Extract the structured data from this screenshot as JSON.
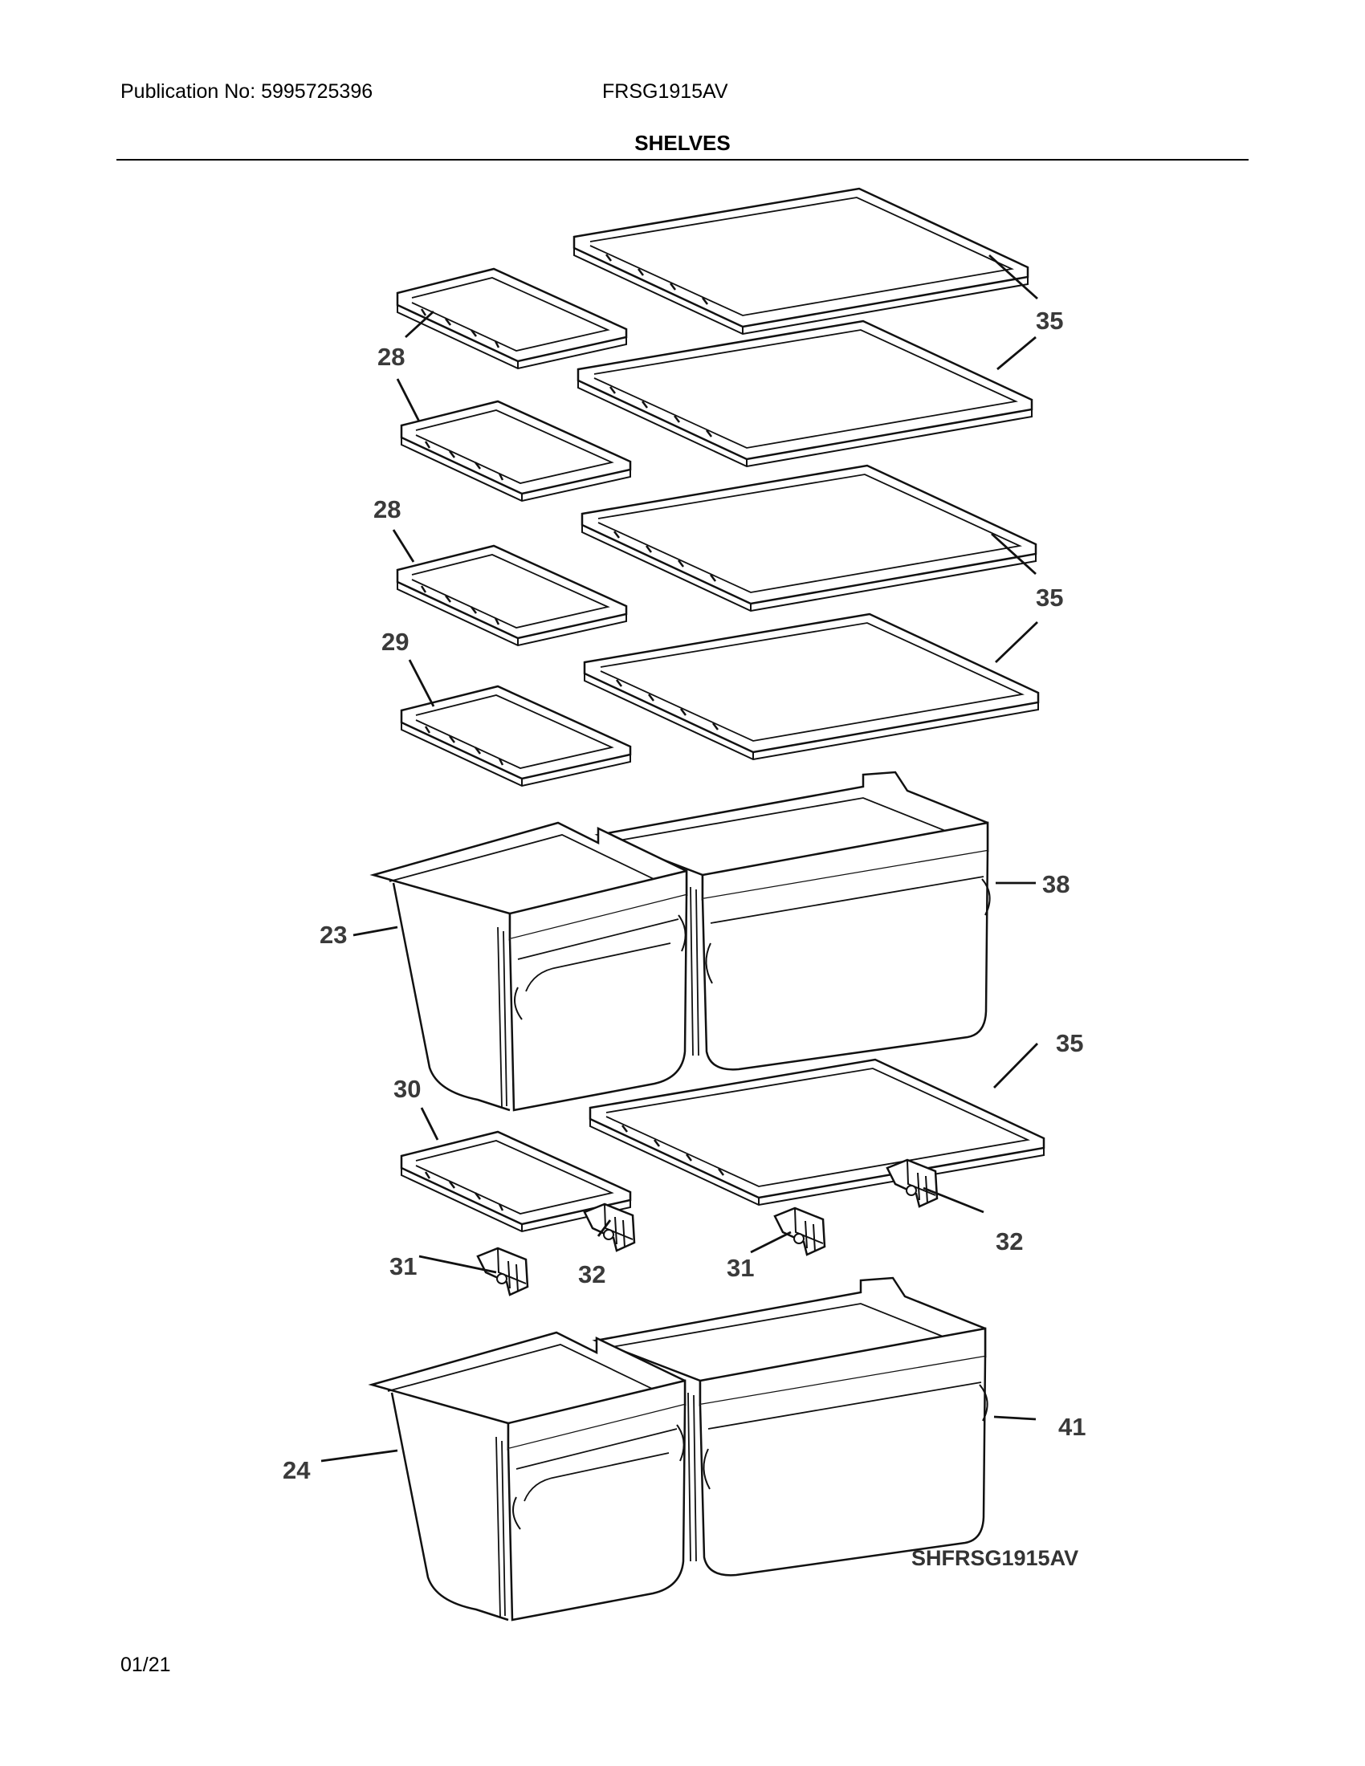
{
  "header": {
    "publication": "Publication No: 5995725396",
    "model": "FRSG1915AV",
    "section_title": "SHELVES"
  },
  "diagram": {
    "id_label": "SHFRSG1915AV",
    "callouts": {
      "c35a": "35",
      "c28a": "28",
      "c28b": "28",
      "c35b": "35",
      "c29": "29",
      "c38": "38",
      "c23": "23",
      "c35c": "35",
      "c30": "30",
      "c32a": "32",
      "c31a": "31",
      "c32b": "32",
      "c31b": "31",
      "c41": "41",
      "c24": "24"
    }
  },
  "footer": {
    "page": "01/21"
  }
}
